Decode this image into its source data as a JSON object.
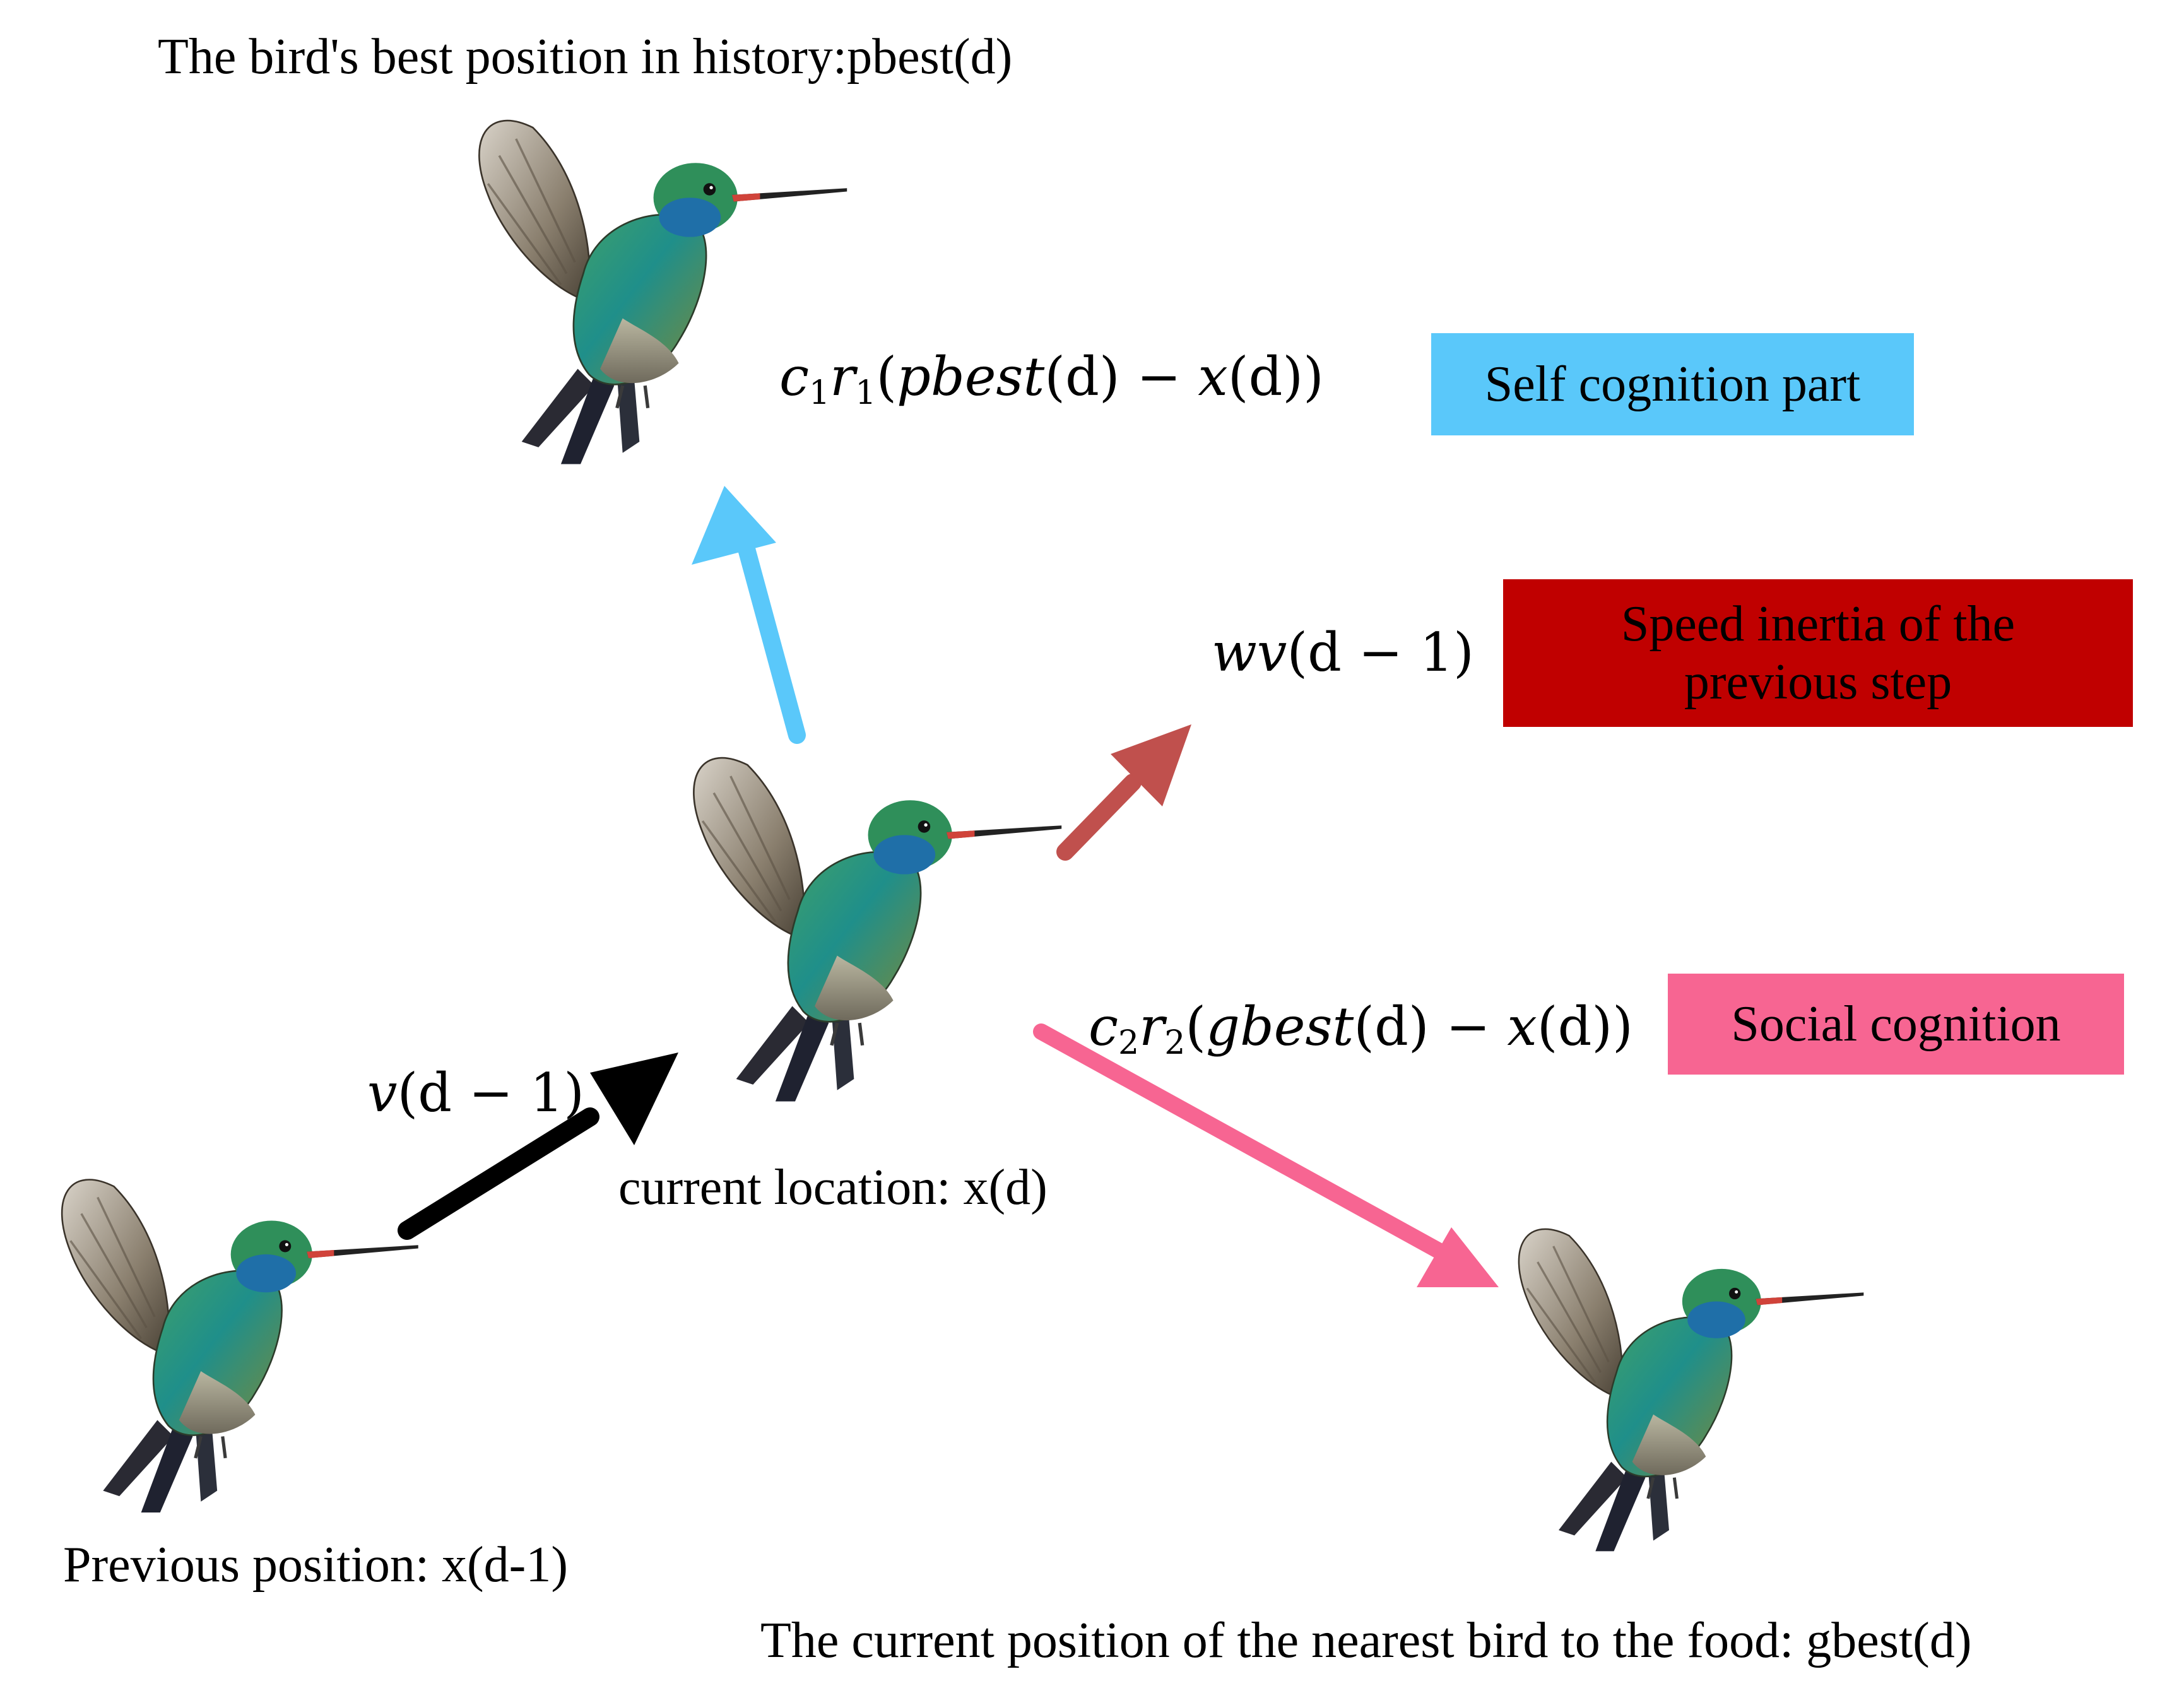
{
  "colors": {
    "self": "#5ac8fa",
    "inertia": "#c00000",
    "inertia_arrow": "#c0504d",
    "social": "#f76592",
    "previous": "#000000"
  },
  "labels": {
    "pbest_caption": "The bird's best position in history:pbest(d)",
    "current_caption": "current location: x(d)",
    "previous_caption": "Previous position: x(d-1)",
    "gbest_caption": "The current position of the nearest bird to the food: gbest(d)"
  },
  "formulas": {
    "self": {
      "coef": "c",
      "sub1": "1",
      "coef2": "r",
      "sub2": "1",
      "expr_open": "(",
      "term1": "pbest",
      "arg": "(d)",
      "minus": " − ",
      "term2": "x",
      "arg2": "(d)",
      "expr_close": ")"
    },
    "inertia": {
      "w": "wv",
      "arg": "(d − 1)"
    },
    "social": {
      "coef": "c",
      "sub1": "2",
      "coef2": "r",
      "sub2": "2",
      "expr_open": "(",
      "term1": "gbest",
      "arg": "(d)",
      "minus": " − ",
      "term2": "x",
      "arg2": "(d)",
      "expr_close": ")"
    },
    "velocity": {
      "v": "v",
      "arg": "(d − 1)"
    }
  },
  "boxes": {
    "self": "Self cognition part",
    "inertia_line1": "Speed inertia of the",
    "inertia_line2": "previous step",
    "social": "Social cognition"
  },
  "birds": [
    "hummingbird",
    "hummingbird",
    "hummingbird",
    "hummingbird"
  ]
}
